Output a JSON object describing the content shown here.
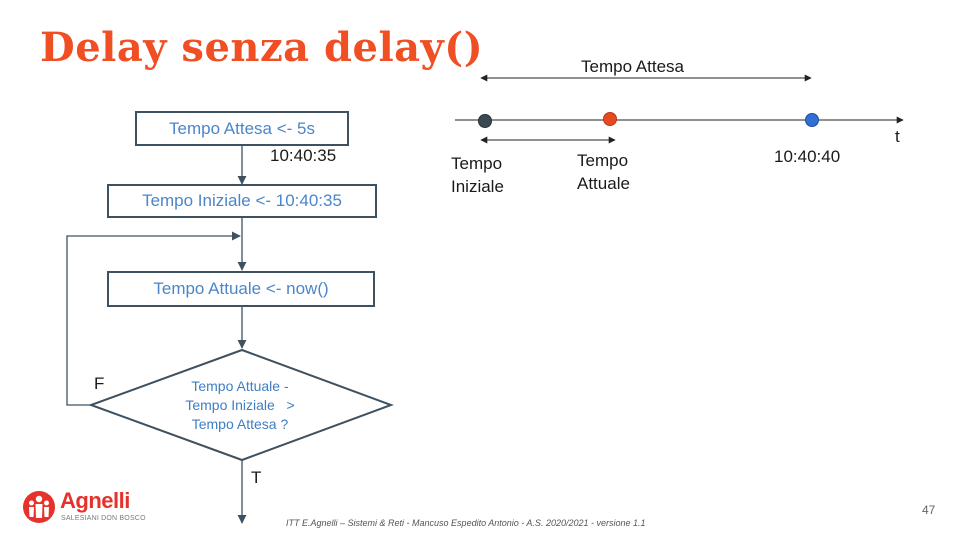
{
  "title": "Delay senza delay()",
  "flowchart": {
    "step1": "Tempo Attesa <- 5s",
    "step1_note": "10:40:35",
    "step2": "Tempo Iniziale <- 10:40:35",
    "step3": "Tempo Attuale <- now()",
    "decision_lines": [
      "Tempo Attuale -",
      "Tempo Iniziale   >",
      "Tempo Attesa ?"
    ],
    "false_label": "F",
    "true_label": "T"
  },
  "timeline": {
    "span_label": "Tempo Attesa",
    "axis_label": "t",
    "points": [
      {
        "label_lines": [
          "Tempo",
          "Iniziale"
        ],
        "color": "#3a4a52"
      },
      {
        "label_lines": [
          "Tempo",
          "Attuale"
        ],
        "color": "#e84a1f"
      },
      {
        "label": "10:40:40",
        "color": "#2f6fd6"
      }
    ]
  },
  "footer": "ITT E.Agnelli – Sistemi & Reti - Mancuso  Espedito  Antonio - A.S.  2020/2021  -  versione 1.1",
  "page_number": "47",
  "logo": {
    "name": "Agnelli",
    "subtitle": "SALESIANI DON BOSCO"
  },
  "colors": {
    "title": "#f04e23",
    "box_border": "#3e5160",
    "box_text": "#4a86c9",
    "logo_red": "#e6322a"
  }
}
